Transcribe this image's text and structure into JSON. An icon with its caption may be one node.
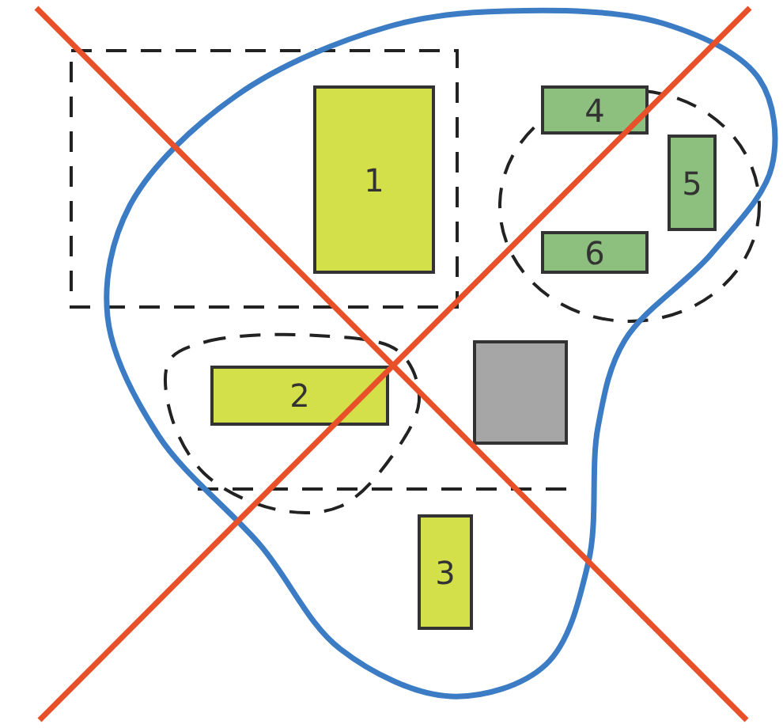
{
  "diagram": {
    "nodes": [
      {
        "text": [
          "1"
        ]
      },
      {
        "text": [
          "4"
        ]
      },
      {
        "text": [
          "5"
        ]
      },
      {
        "text": [
          "6"
        ]
      },
      {
        "text": [
          "2"
        ]
      },
      {
        "text": [],
        "shape": "box"
      },
      {
        "text": [
          "3"
        ]
      }
    ]
  }
}
